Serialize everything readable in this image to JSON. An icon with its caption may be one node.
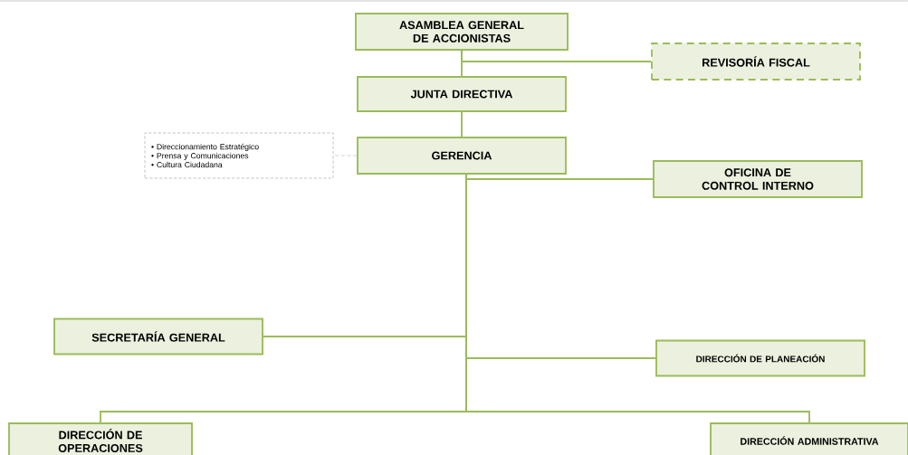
{
  "diagram": {
    "nodes": [
      {
        "text": [
          "ASAMBLEA GENERAL DE ACCIONISTAS"
        ]
      },
      {
        "text": [
          "REVISORÍA FISCAL"
        ]
      },
      {
        "text": [
          "JUNTA DIRECTIVA"
        ]
      },
      {
        "text": [
          "• Direccionamiento Estratégico",
          "• Prensa y Comunicaciones",
          "• Cultura Ciudadana"
        ]
      },
      {
        "text": [
          "GERENCIA"
        ]
      },
      {
        "text": [
          "OFICINA DE CONTROL INTERNO"
        ]
      },
      {
        "text": [
          "SECRETARÍA GENERAL"
        ]
      },
      {
        "text": [
          "DIRECCIÓN DE PLANEACIÓN"
        ]
      },
      {
        "text": [
          "DIRECCIÓN DE OPERACIONES"
        ]
      },
      {
        "text": [
          "DIRECCIÓN ADMINISTRATIVA"
        ]
      }
    ],
    "edges": [
      {
        "from": 0,
        "to": 2,
        "arrow": "none"
      },
      {
        "from": 0,
        "to": 1,
        "arrow": "none"
      },
      {
        "from": 2,
        "to": 4,
        "arrow": "none"
      },
      {
        "from": 4,
        "to": 3,
        "arrow": "none",
        "style": "dashed",
        "color": "#c8c8c8"
      },
      {
        "from": 4,
        "to": 5,
        "arrow": "none"
      },
      {
        "from": 4,
        "to": 6,
        "arrow": "none"
      },
      {
        "from": 4,
        "to": 7,
        "arrow": "none"
      },
      {
        "from": 4,
        "to": 8,
        "arrow": "none"
      },
      {
        "from": 4,
        "to": 9,
        "arrow": "none"
      }
    ]
  }
}
